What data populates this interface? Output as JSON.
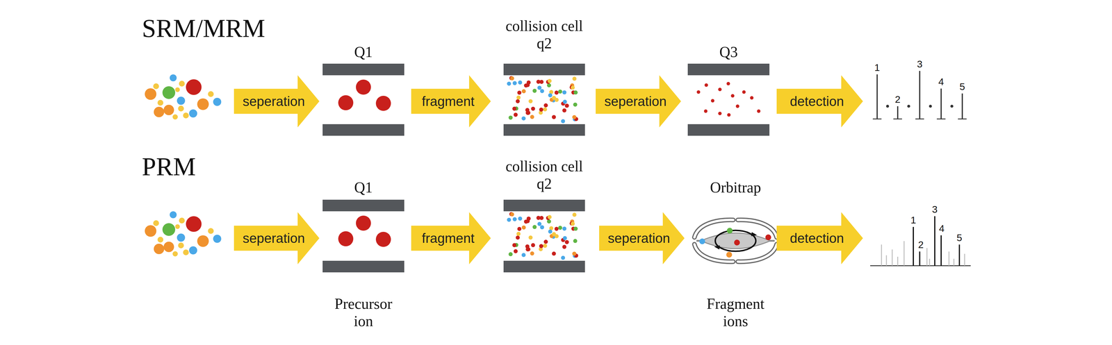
{
  "diagram": {
    "nodes": [
      {
        "text": [
          "seperation"
        ]
      },
      {
        "text": [
          "Q1"
        ]
      },
      {
        "text": [
          "fragment"
        ]
      },
      {
        "text": [
          "collision cell q2"
        ]
      },
      {
        "text": [
          "seperation"
        ]
      },
      {
        "text": [
          "Q3"
        ]
      },
      {
        "text": [
          "detection"
        ]
      },
      {
        "text": [
          "seperation"
        ]
      },
      {
        "text": [
          "Q1",
          "Precursor ion"
        ]
      },
      {
        "text": [
          "fragment"
        ]
      },
      {
        "text": [
          "collision cell q2"
        ]
      },
      {
        "text": [
          "seperation"
        ]
      },
      {
        "text": [
          "Orbitrap",
          "Fragment ions"
        ]
      },
      {
        "text": [
          "detection"
        ]
      }
    ],
    "labels": [
      "SRM/MRM",
      "1",
      "2",
      "3",
      "4",
      "5",
      "PRM",
      "1",
      "2",
      "3",
      "4",
      "5"
    ]
  }
}
